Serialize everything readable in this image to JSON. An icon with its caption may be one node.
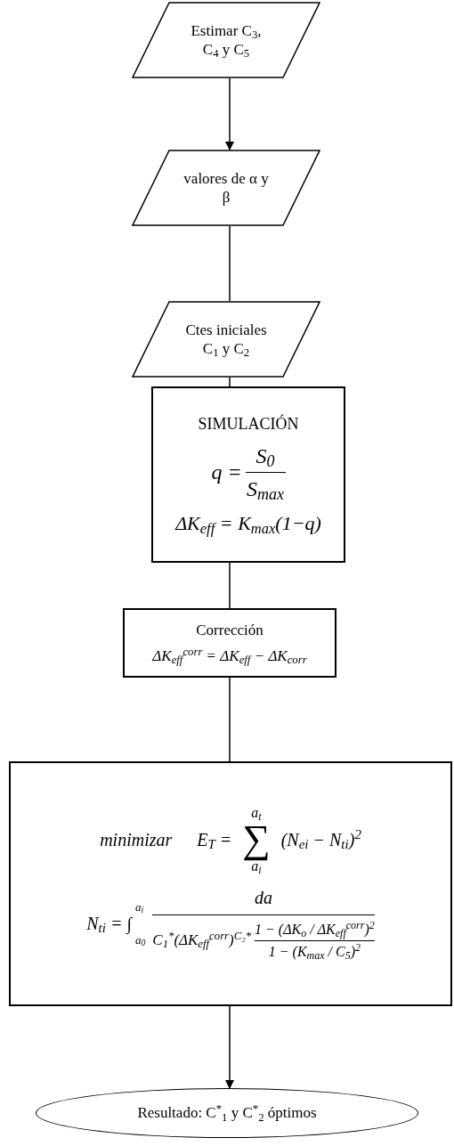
{
  "diagram": {
    "nodes": [
      {
        "text": [
          "Estimar C$_{3}$, C$_{4}$ y C$_{5}$"
        ]
      },
      {
        "text": [
          "valores de α y β"
        ]
      },
      {
        "text": [
          "Ctes iniciales C$_{1}$ y C$_{2}$"
        ]
      },
      {
        "text": [
          "SIMULACIÓN",
          "q =",
          "S$_{0}$",
          "S$_{max}$",
          "ΔK$_{eff}$ = K$_{max}$(1−q)"
        ]
      },
      {
        "text": [
          "Corrección",
          "ΔK$_{eff}$$^{corr}$ = ΔK$_{eff}$ − ΔK$_{corr}$"
        ]
      },
      {
        "text": [
          "minimizar",
          "E$_{T}$ =",
          "a$_{t}$",
          "∑",
          "a$_{i}$",
          "(N$_{ei}$ − N$_{ti}$)$^{2}$",
          "N$_{ti}$ = ∫",
          "a$_{i}$",
          "a$_{0}$",
          "da",
          "C$_{1}$$^{*}$(ΔK$_{eff}$$^{corr}$)$^{C₂*}$",
          "1 − (ΔK$_{o}$ / ΔK$_{eff}$$^{corr}$)$^{2}$",
          "1 − (K$_{max}$ / C$_{5}$)$^{2}$"
        ]
      },
      {
        "text": [
          "Resultado: C$^{*}$$_{1}$ y C$^{*}$$_{2}$ óptimos"
        ]
      }
    ],
    "edges": [
      {
        "from": 0,
        "to": 1,
        "arrow": "to"
      },
      {
        "from": 1,
        "to": 2,
        "arrow": "none"
      },
      {
        "from": 2,
        "to": 3,
        "arrow": "none"
      },
      {
        "from": 3,
        "to": 4,
        "arrow": "none"
      },
      {
        "from": 4,
        "to": 5,
        "arrow": "none"
      },
      {
        "from": 5,
        "to": 6,
        "arrow": "to"
      }
    ]
  }
}
